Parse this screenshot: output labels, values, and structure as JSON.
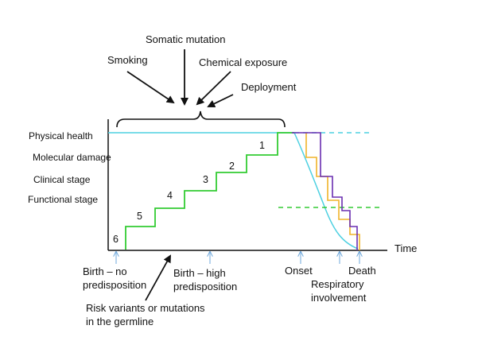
{
  "colors": {
    "physical_health": "#4dd0e1",
    "molecular_damage": "#33cc33",
    "clinical_stage": "#f0b429",
    "functional_stage": "#6a2fb0",
    "axis": "#111111",
    "tick_arrow": "#6fa8dc"
  },
  "legend": {
    "physical_health": "Physical health",
    "molecular_damage": "Molecular damage",
    "clinical_stage": "Clinical stage",
    "functional_stage": "Functional stage"
  },
  "exposures": {
    "somatic_mutation": "Somatic mutation",
    "smoking": "Smoking",
    "chemical_exposure": "Chemical exposure",
    "deployment": "Deployment"
  },
  "axis": {
    "time_label": "Time"
  },
  "timeline_labels": {
    "birth_no_1": "Birth – no",
    "birth_no_2": "predisposition",
    "birth_high_1": "Birth – high",
    "birth_high_2": "predisposition",
    "onset": "Onset",
    "respiratory_1": "Respiratory",
    "respiratory_2": "involvement",
    "death": "Death"
  },
  "germline": {
    "line1": "Risk variants or mutations",
    "line2": "in the germline"
  },
  "steps": [
    "1",
    "2",
    "3",
    "4",
    "5",
    "6"
  ]
}
